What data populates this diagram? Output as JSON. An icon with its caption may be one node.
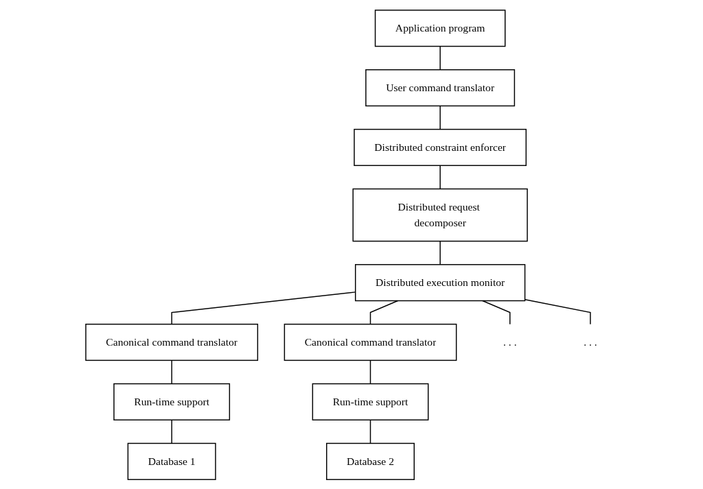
{
  "diagram": {
    "nodes": [
      {
        "text": [
          "Application program"
        ]
      },
      {
        "text": [
          "User command translator"
        ]
      },
      {
        "text": [
          "Distributed constraint enforcer"
        ]
      },
      {
        "text": [
          "Distributed request decomposer"
        ]
      },
      {
        "text": [
          "Distributed execution monitor"
        ]
      },
      {
        "text": [
          "Canonical command translator"
        ]
      },
      {
        "text": [
          "Run-time support"
        ]
      },
      {
        "text": [
          "Database 1"
        ]
      },
      {
        "text": [
          "Canonical command translator"
        ]
      },
      {
        "text": [
          "Run-time support"
        ]
      },
      {
        "text": [
          "Database 2"
        ]
      },
      {
        "text": [
          ". . ."
        ]
      },
      {
        "text": [
          ". . ."
        ]
      }
    ],
    "edges": [
      {
        "from": 0,
        "to": 1,
        "arrow": "none"
      },
      {
        "from": 1,
        "to": 2,
        "arrow": "none"
      },
      {
        "from": 2,
        "to": 3,
        "arrow": "none"
      },
      {
        "from": 3,
        "to": 4,
        "arrow": "none"
      },
      {
        "from": 4,
        "to": 5,
        "arrow": "none"
      },
      {
        "from": 4,
        "to": 8,
        "arrow": "none"
      },
      {
        "from": 4,
        "to": 11,
        "arrow": "none"
      },
      {
        "from": 4,
        "to": 12,
        "arrow": "none"
      },
      {
        "from": 5,
        "to": 6,
        "arrow": "none"
      },
      {
        "from": 6,
        "to": 7,
        "arrow": "none"
      },
      {
        "from": 8,
        "to": 9,
        "arrow": "none"
      },
      {
        "from": 9,
        "to": 10,
        "arrow": "none"
      }
    ]
  }
}
